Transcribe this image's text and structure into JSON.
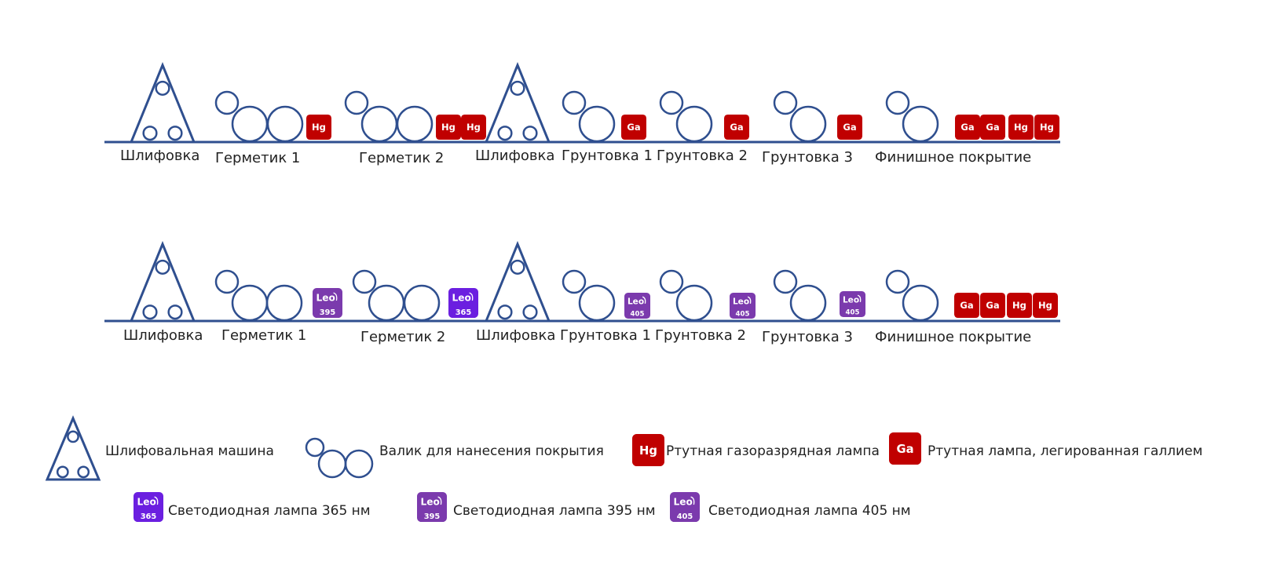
{
  "colors": {
    "line": "#2f4f8f",
    "hg": "#c00000",
    "ga": "#c00000",
    "led365": "#6b1fe0",
    "led395": "#7b3aad",
    "led405": "#7b3aad",
    "text": "#222222"
  },
  "lamp_text": {
    "hg": "Hg",
    "ga": "Ga",
    "leo": "Leo",
    "n365": "365",
    "n395": "395",
    "n405": "405"
  },
  "row1": {
    "labels": [
      "Шлифовка",
      "Герметик 1",
      "Герметик 2",
      "Шлифовка",
      "Грунтовка 1",
      "Грунтовка 2",
      "Грунтовка 3",
      "Финишное покрытие"
    ],
    "lamps": [
      "hg",
      "hg",
      "hg",
      "ga",
      "ga",
      "ga",
      "ga",
      "ga",
      "hg",
      "hg"
    ]
  },
  "row2": {
    "labels": [
      "Шлифовка",
      "Герметик 1",
      "Герметик 2",
      "Шлифовка",
      "Грунтовка 1",
      "Грунтовка 2",
      "Грунтовка 3",
      "Финишное покрытие"
    ],
    "lamps": [
      "led395",
      "led365",
      "led405",
      "led405",
      "led405",
      "ga",
      "ga",
      "hg",
      "hg"
    ]
  },
  "legend": {
    "sander": "Шлифовальная машина",
    "roller": "Валик для нанесения покрытия",
    "hg": "Ртутная газоразрядная лампа",
    "ga": "Ртутная лампа, легированная галлием",
    "led365": "Светодиодная лампа 365 нм",
    "led395": "Светодиодная лампа 395 нм",
    "led405": "Светодиодная лампа 405 нм"
  }
}
